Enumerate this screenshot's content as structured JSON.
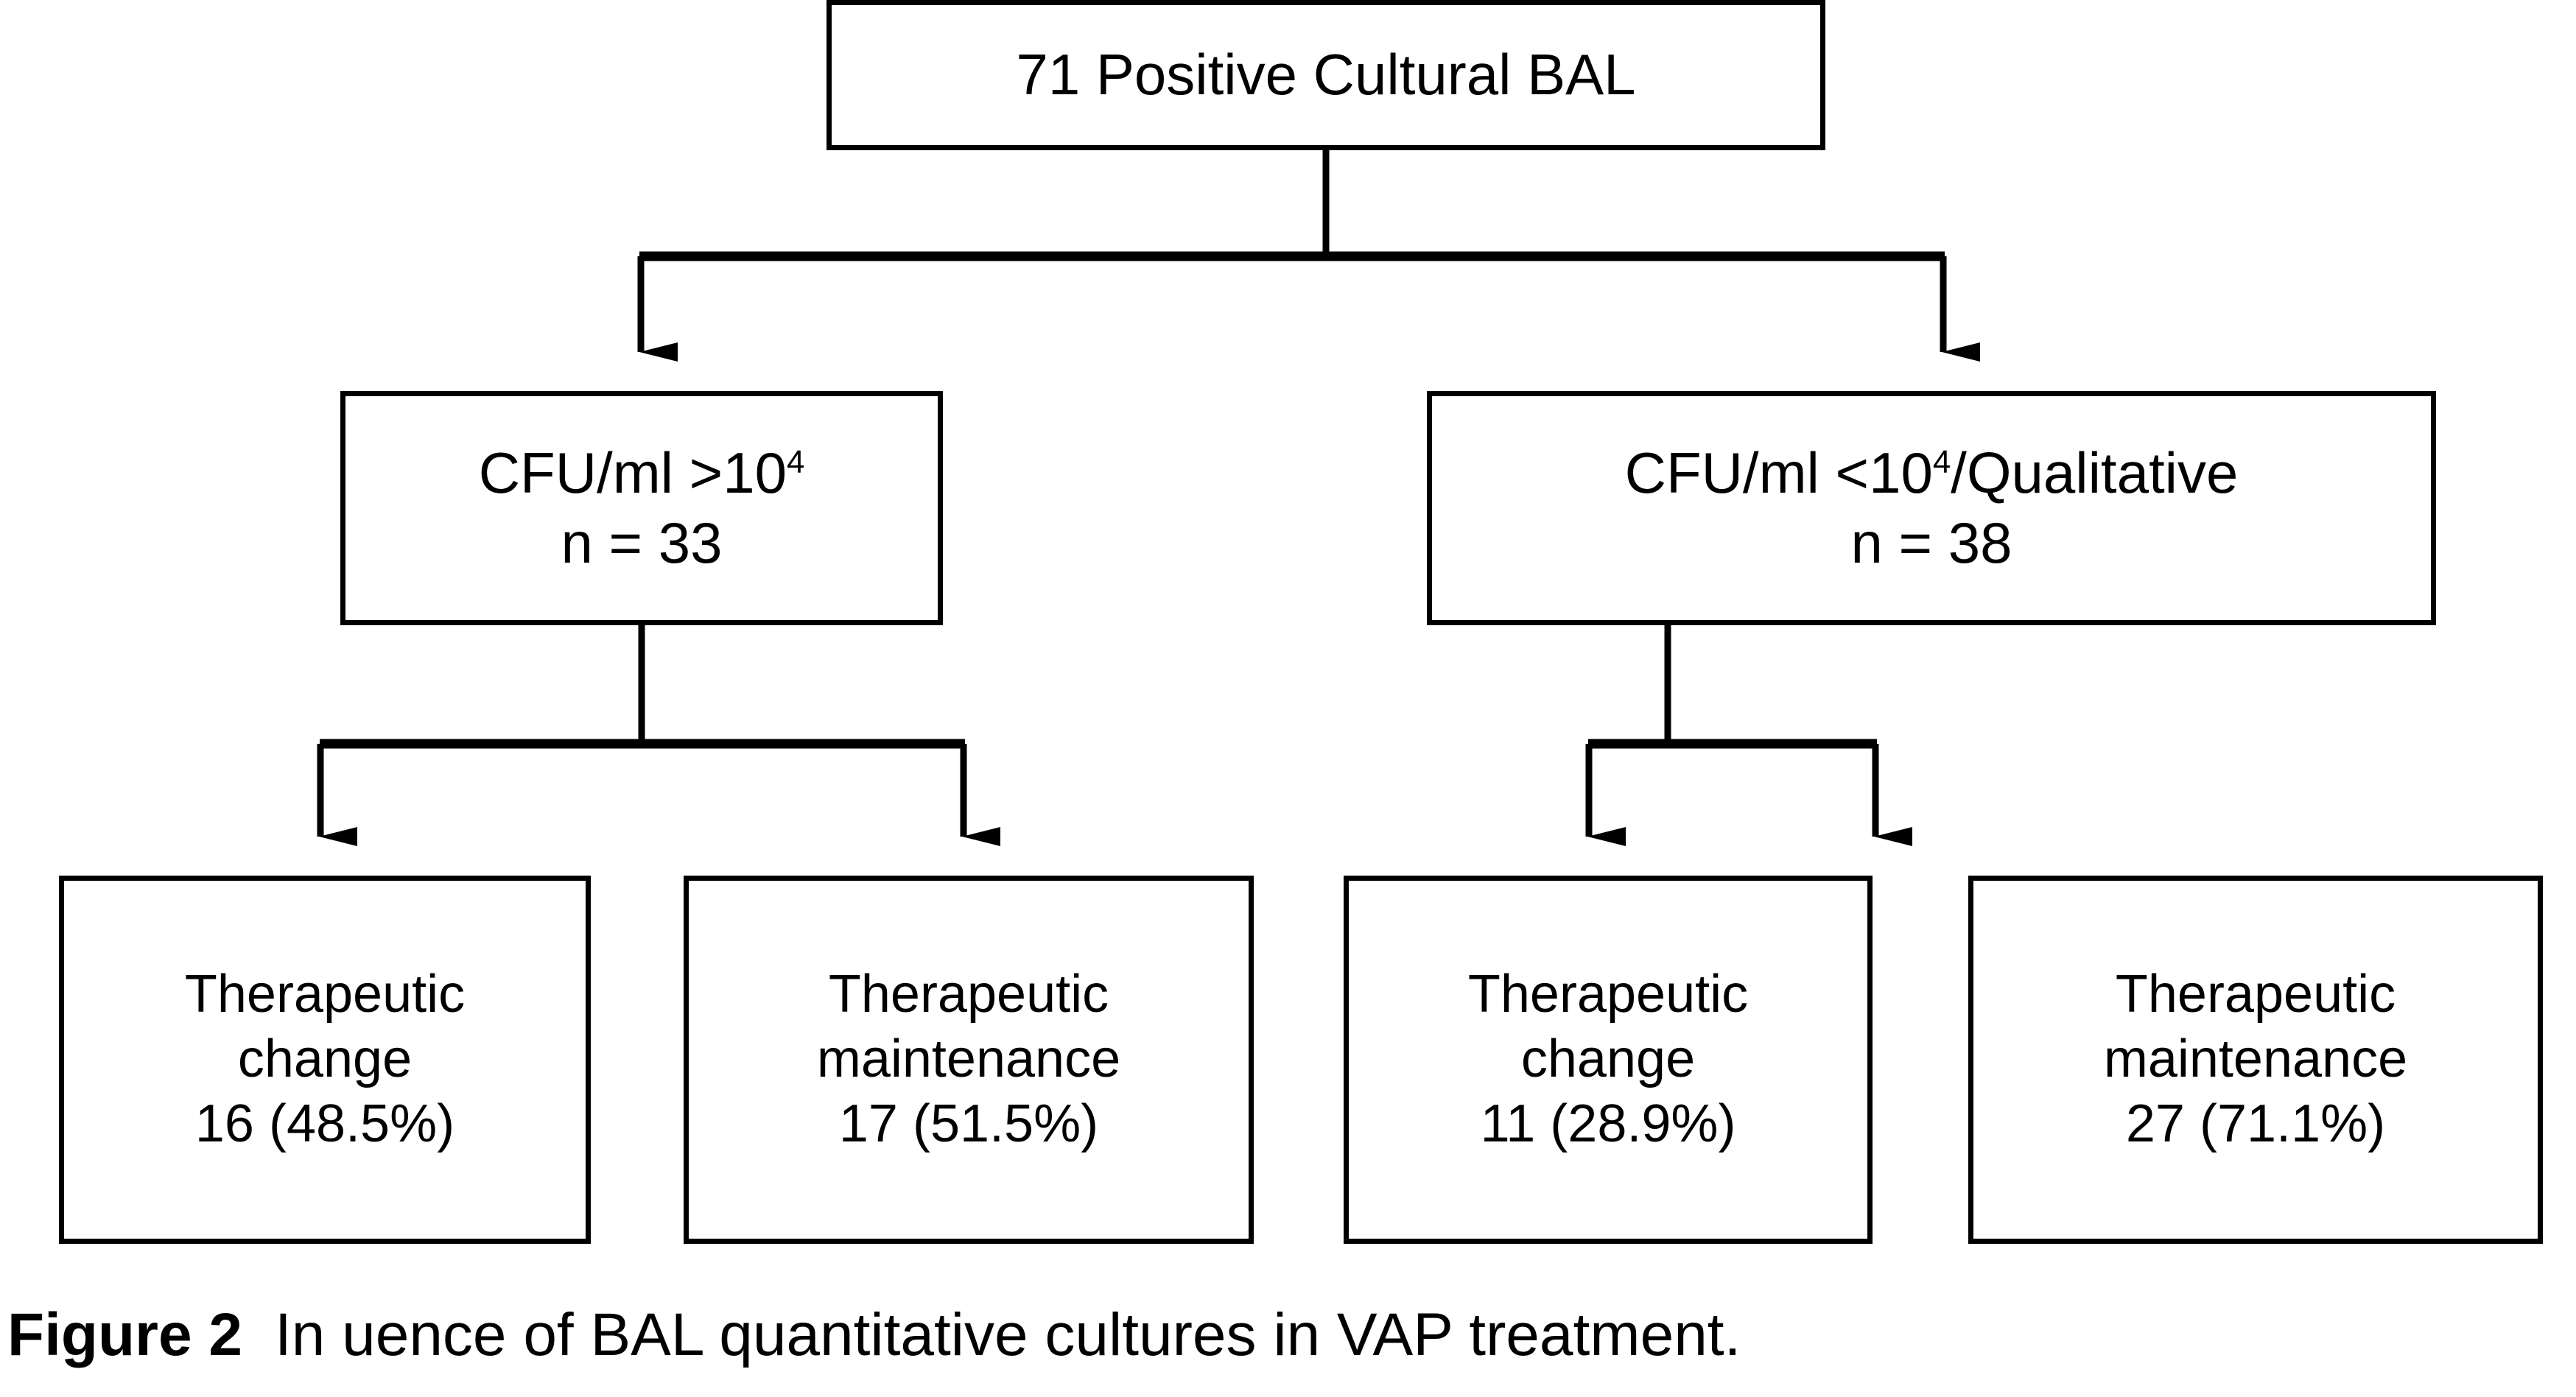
{
  "figure": {
    "caption_label": "Figure 2",
    "caption_text": "In uence of BAL quantitative cultures in VAP treatment."
  },
  "colors": {
    "stroke": "#000000",
    "background": "#ffffff",
    "text": "#000000"
  },
  "chart_data": {
    "type": "diagram",
    "title": "Influence of BAL quantitative cultures in VAP treatment",
    "orientation": "top-down tree",
    "levels": 3,
    "nodes": [
      {
        "id": "root",
        "label": "71 Positive Cultural BAL",
        "count": 71,
        "level": 0
      },
      {
        "id": "l2a",
        "label": "CFU/ml >10⁴",
        "n_label": "n = 33",
        "count": 33,
        "level": 1
      },
      {
        "id": "l2b",
        "label": "CFU/ml <10⁴/Qualitative",
        "n_label": "n = 38",
        "count": 38,
        "level": 1
      },
      {
        "id": "leaf1",
        "label": "Therapeutic change",
        "value_label": "16 (48.5%)",
        "count": 16,
        "percent": 48.5,
        "parent": "l2a",
        "level": 2
      },
      {
        "id": "leaf2",
        "label": "Therapeutic maintenance",
        "value_label": "17 (51.5%)",
        "count": 17,
        "percent": 51.5,
        "parent": "l2a",
        "level": 2
      },
      {
        "id": "leaf3",
        "label": "Therapeutic change",
        "value_label": "11 (28.9%)",
        "count": 11,
        "percent": 28.9,
        "parent": "l2b",
        "level": 2
      },
      {
        "id": "leaf4",
        "label": "Therapeutic maintenance",
        "value_label": "27 (71.1%)",
        "count": 27,
        "percent": 71.1,
        "parent": "l2b",
        "level": 2
      }
    ],
    "edges": [
      {
        "from": "root",
        "to": "l2a",
        "arrow": true
      },
      {
        "from": "root",
        "to": "l2b",
        "arrow": true
      },
      {
        "from": "l2a",
        "to": "leaf1",
        "arrow": true
      },
      {
        "from": "l2a",
        "to": "leaf2",
        "arrow": true
      },
      {
        "from": "l2b",
        "to": "leaf3",
        "arrow": true
      },
      {
        "from": "l2b",
        "to": "leaf4",
        "arrow": true
      }
    ]
  },
  "nodes": {
    "root": {
      "line1": "71 Positive Cultural BAL"
    },
    "l2a": {
      "line1_prefix": "CFU/ml >10",
      "line1_exponent": "4",
      "line2": "n = 33"
    },
    "l2b": {
      "line1_prefix": "CFU/ml <10",
      "line1_exponent": "4",
      "line1_suffix": "/Qualitative",
      "line2": "n = 38"
    },
    "leaf1": {
      "line1": "Therapeutic",
      "line2": "change",
      "line3": "16 (48.5%)"
    },
    "leaf2": {
      "line1": "Therapeutic",
      "line2": "maintenance",
      "line3": "17 (51.5%)"
    },
    "leaf3": {
      "line1": "Therapeutic",
      "line2": "change",
      "line3": "11 (28.9%)"
    },
    "leaf4": {
      "line1": "Therapeutic",
      "line2": "maintenance",
      "line3": "27 (71.1%)"
    }
  }
}
